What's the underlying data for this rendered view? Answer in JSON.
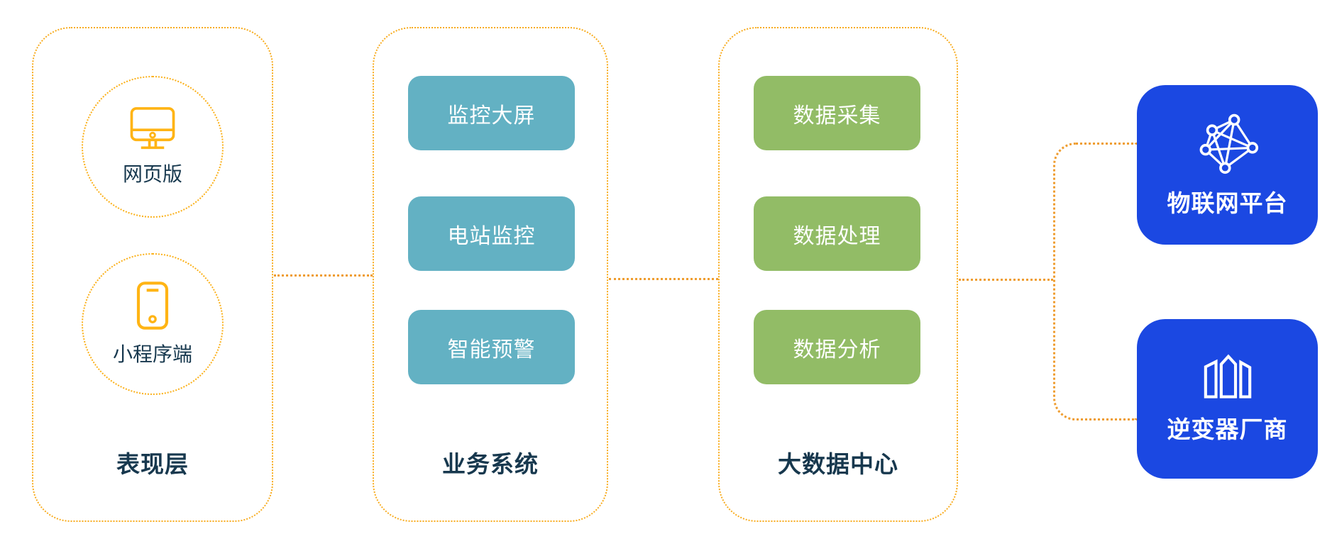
{
  "colors": {
    "container_border_yellow": "#f8ab1c",
    "circle_border_yellow": "#fbb018",
    "connector_orange": "#ef9d30",
    "teal_pill": "#63b1c3",
    "green_pill": "#92bc66",
    "blue_card": "#1b48e2",
    "navy_text": "#17384e",
    "white_text": "#ffffff"
  },
  "presentation": {
    "label": "表现层",
    "items": [
      {
        "label": "网页版",
        "icon": "desktop-monitor-icon"
      },
      {
        "label": "小程序端",
        "icon": "mobile-phone-icon"
      }
    ]
  },
  "business": {
    "label": "业务系统",
    "items": [
      "监控大屏",
      "电站监控",
      "智能预警"
    ]
  },
  "bigdata": {
    "label": "大数据中心",
    "items": [
      "数据采集",
      "数据处理",
      "数据分析"
    ]
  },
  "external": {
    "items": [
      {
        "label": "物联网平台",
        "icon": "network-graph-icon"
      },
      {
        "label": "逆变器厂商",
        "icon": "buildings-icon"
      }
    ]
  }
}
